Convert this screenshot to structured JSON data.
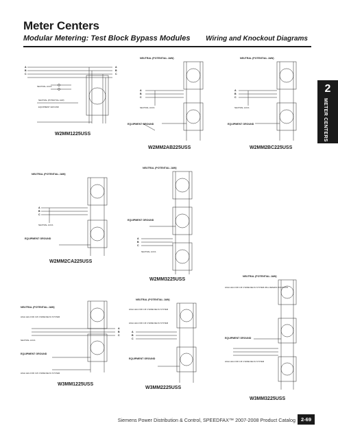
{
  "header": {
    "title": "Meter Centers",
    "subtitle": "Modular Metering: Test Block Bypass Modules",
    "section_title": "Wiring and Knockout Diagrams"
  },
  "side_tab": {
    "number": "2",
    "label": "METER CENTERS"
  },
  "diagrams": {
    "d1": {
      "caption": "W2MM1225USS",
      "labels": [
        "A",
        "B",
        "C",
        "A",
        "B",
        "C",
        "NEUTRAL LUGS",
        "NEUTRAL (POTENTIAL JAW)",
        "EQUIPMENT GROUND"
      ]
    },
    "d2": {
      "caption": "W2MM2AB225USS",
      "labels": [
        "NEUTRAL (POTENTIAL JAW)",
        "A",
        "B",
        "C",
        "NEUTRAL LUGS",
        "EQUIPMENT GROUND"
      ]
    },
    "d3": {
      "caption": "W2MM2BC225USS",
      "labels": [
        "NEUTRAL (POTENTIAL JAW)",
        "A",
        "B",
        "C",
        "NEUTRAL LUGS",
        "EQUIPMENT GROUND"
      ]
    },
    "d4": {
      "caption": "W2MM2CA225USS",
      "labels": [
        "NEUTRAL (POTENTIAL JAW)",
        "A",
        "B",
        "C",
        "NEUTRAL LUGS",
        "EQUIPMENT GROUND"
      ]
    },
    "d5": {
      "caption": "W2MM3225USS",
      "labels": [
        "NEUTRAL (POTENTIAL JAW)",
        "EQUIPMENT GROUND",
        "A",
        "B",
        "C",
        "NEUTRAL LUGS"
      ]
    },
    "d6": {
      "caption": "W3MM1225USS",
      "labels": [
        "NEUTRAL (POTENTIAL JAW)",
        "HIGH LEG FOR 3 Ø 4 WIRE DELTA SYSTEM",
        "A",
        "B",
        "C",
        "NEUTRAL LUGS",
        "EQUIPMENT GROUND",
        "HIGH LEG FOR 3 Ø 4 WIRE DELTA SYSTEM"
      ]
    },
    "d7": {
      "caption": "W3MM2225USS",
      "labels": [
        "NEUTRAL (POTENTIAL JAW)",
        "HIGH LEG FOR 3 Ø 4 WIRE DELTA SYSTEM",
        "A",
        "B",
        "C",
        "HIGH LEG FOR 3 Ø 4 WIRE DELTA SYSTEM",
        "EQUIPMENT GROUND"
      ]
    },
    "d8": {
      "caption": "W3MM3225USS",
      "labels": [
        "NEUTRAL (POTENTIAL JAW)",
        "HIGH LEG FOR 3 Ø 4 WIRE DELTA SYSTEM WILL REMAIN POSITIONS",
        "EQUIPMENT GROUND",
        "HIGH LEG FOR 3 Ø 4 WIRE DELTA SYSTEM"
      ]
    }
  },
  "footer": {
    "catalog": "Siemens Power Distribution & Control, SPEEDFAX™ 2007-2008 Product Catalog",
    "page": "2-69"
  }
}
